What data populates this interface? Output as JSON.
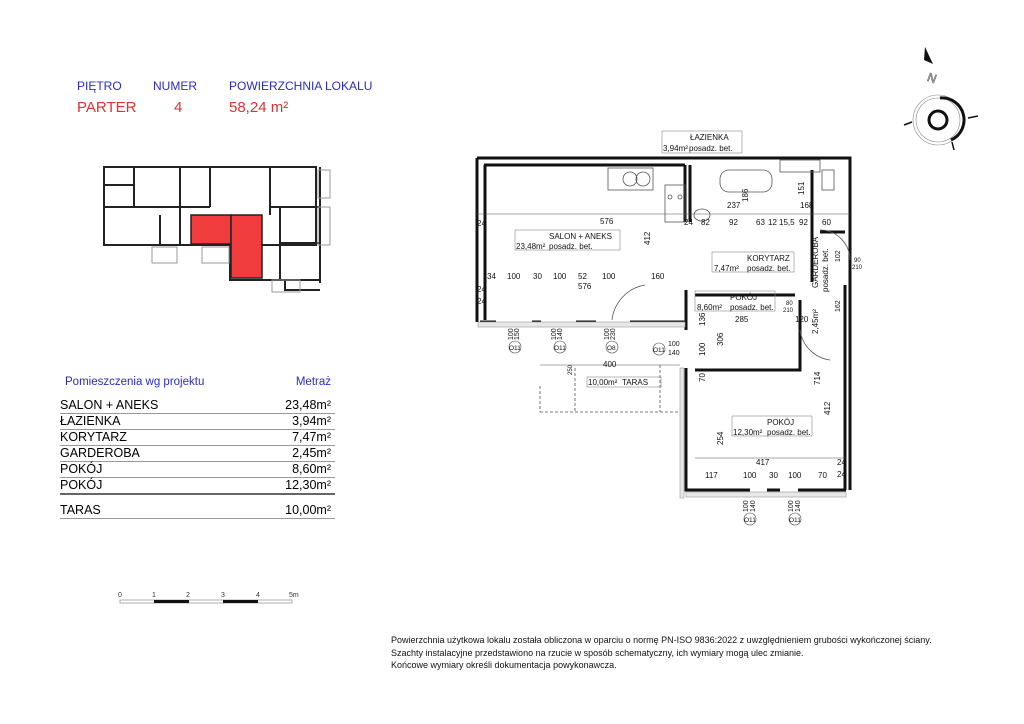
{
  "header": {
    "floor_label": "PIĘTRO",
    "number_label": "NUMER",
    "area_label": "POWIERZCHNIA LOKALU",
    "floor_value": "PARTER",
    "number_value": "4",
    "area_value": "58,24 m²"
  },
  "rooms_table": {
    "title": "Pomieszczenia wg projektu",
    "area_header": "Metraż",
    "rows": [
      {
        "name": "SALON + ANEKS",
        "area": "23,48m²"
      },
      {
        "name": "ŁAZIENKA",
        "area": "3,94m²"
      },
      {
        "name": "KORYTARZ",
        "area": "7,47m²"
      },
      {
        "name": "GARDEROBA",
        "area": "2,45m²"
      },
      {
        "name": "POKÓJ",
        "area": "8,60m²"
      },
      {
        "name": "POKÓJ",
        "area": "12,30m²"
      }
    ],
    "terrace": {
      "name": "TARAS",
      "area": "10,00m²"
    }
  },
  "scale_bar": {
    "ticks": [
      "0",
      "1",
      "2",
      "3",
      "4",
      "5m"
    ]
  },
  "compass": {
    "north": "N"
  },
  "plan": {
    "floor_finish": "posadz. bet.",
    "rooms": {
      "salon": {
        "name": "SALON + ANEKS",
        "area": "23,48m²"
      },
      "lazienka": {
        "name": "ŁAZIENKA",
        "area": "3,94m²"
      },
      "korytarz": {
        "name": "KORYTARZ",
        "area": "7,47m²"
      },
      "garderoba": {
        "name": "GARDEROBA",
        "area": "2,45m²"
      },
      "pokoj1": {
        "name": "POKÓJ",
        "area": "8,60m²"
      },
      "pokoj2": {
        "name": "POKÓJ",
        "area": "12,30m²"
      },
      "taras": {
        "name": "TARAS",
        "area": "10,00m²"
      }
    },
    "dims": [
      "576",
      "412",
      "24",
      "34",
      "100",
      "30",
      "100",
      "52",
      "100",
      "160",
      "576",
      "24",
      "24",
      "237",
      "186",
      "151",
      "168",
      "24",
      "82",
      "92",
      "63",
      "12",
      "15,5",
      "92",
      "60",
      "285",
      "136",
      "100",
      "306",
      "70",
      "120",
      "80",
      "210",
      "90",
      "210",
      "102",
      "162",
      "400",
      "417",
      "117",
      "100",
      "30",
      "100",
      "70",
      "714",
      "412",
      "254",
      "24",
      "24",
      "250"
    ],
    "windows": [
      {
        "type": "O11",
        "w": "100",
        "h": "150"
      },
      {
        "type": "O11",
        "w": "100",
        "h": "140"
      },
      {
        "type": "O8",
        "w": "100",
        "h": "230"
      },
      {
        "type": "O11",
        "w": "100",
        "h": "140"
      },
      {
        "type": "O11",
        "w": "100",
        "h": "140"
      },
      {
        "type": "O11",
        "w": "100",
        "h": "140"
      }
    ]
  },
  "notes": [
    "Powierzchnia użytkowa lokalu została obliczona w oparciu o normę PN-ISO 9836:2022 z uwzględnieniem grubości wykończonej ściany.",
    "Szachty instalacyjne przedstawiono na rzucie w sposób schematyczny, ich wymiary mogą ulec zmianie.",
    "Końcowe wymiary określi dokumentacja powykonawcza."
  ],
  "colors": {
    "accent_blue": "#2a2ad0",
    "accent_red": "#e03030",
    "unit_fill": "#f03c3c"
  }
}
